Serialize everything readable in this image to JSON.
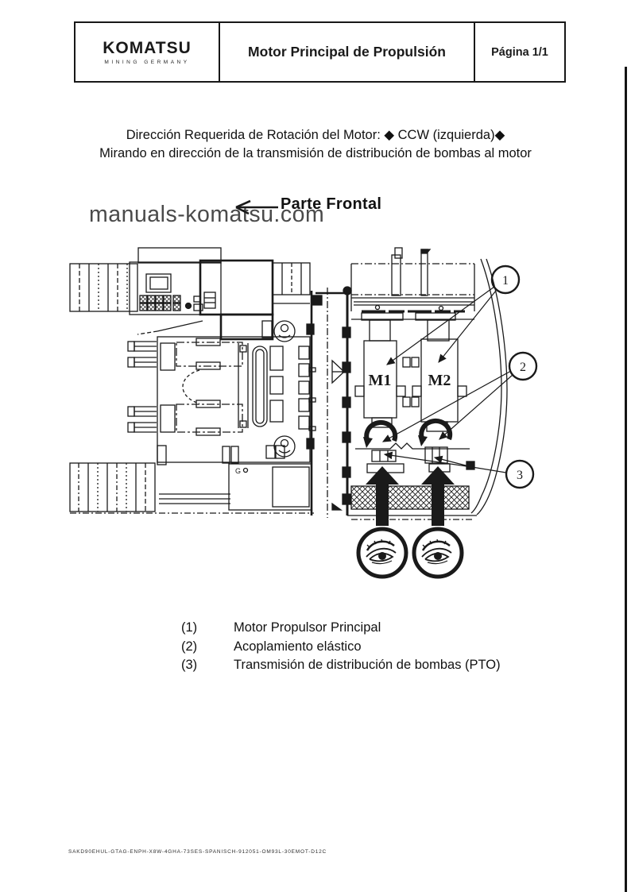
{
  "header": {
    "logo": {
      "brand": "KOMATSU",
      "subtitle": "MINING GERMANY"
    },
    "title": "Motor Principal de Propulsión",
    "page_label": "Página 1/1"
  },
  "direction_note": {
    "line1": "Dirección Requerida de Rotación del Motor:  ◆ CCW (izquierda)◆",
    "line2": "Mirando en dirección de la transmisión de distribución de bombas al motor"
  },
  "watermark": "manuals-komatsu.com",
  "diagram": {
    "front_label": "Parte Frontal",
    "motor_labels": [
      "M1",
      "M2"
    ],
    "callouts": [
      "1",
      "2",
      "3"
    ],
    "small_label": "G",
    "colors": {
      "ink": "#1a1a1a",
      "paper": "#ffffff",
      "watermark": "#4a4a4a"
    }
  },
  "legend": {
    "items": [
      {
        "num": "(1)",
        "label": "Motor Propulsor Principal"
      },
      {
        "num": "(2)",
        "label": "Acoplamiento elástico"
      },
      {
        "num": "(3)",
        "label": "Transmisión de distribución de bombas (PTO)"
      }
    ]
  },
  "footer": {
    "code": "SAKD90EHUL-GTAG-ENPH-X8W-4GHA-73SES-SPANISCH-912051-OM93L-30EMOT-D12C"
  }
}
